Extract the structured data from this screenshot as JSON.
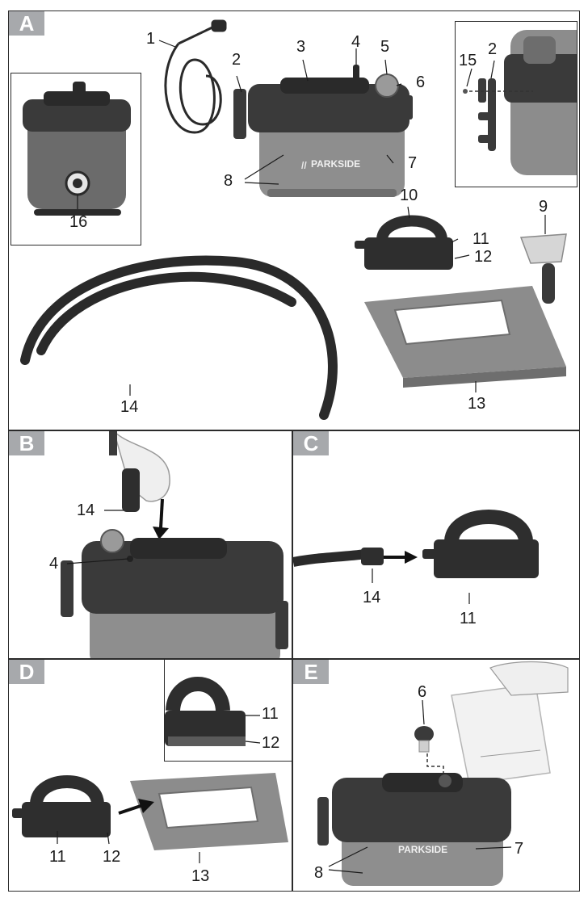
{
  "panels": {
    "A": {
      "letter": "A"
    },
    "B": {
      "letter": "B"
    },
    "C": {
      "letter": "C"
    },
    "D": {
      "letter": "D"
    },
    "E": {
      "letter": "E"
    }
  },
  "brand": {
    "name": "PARKSIDE"
  },
  "labels": {
    "A": {
      "n1": "1",
      "n2": "2",
      "n3": "3",
      "n4": "4",
      "n5": "5",
      "n6": "6",
      "n7": "7",
      "n8": "8",
      "n9": "9",
      "n10": "10",
      "n11": "11",
      "n12": "12",
      "n13": "13",
      "n14": "14",
      "n15": "15",
      "n16": "16",
      "n2b": "2"
    },
    "B": {
      "n14": "14",
      "n4": "4"
    },
    "C": {
      "n14": "14",
      "n11": "11"
    },
    "D": {
      "n11a": "11",
      "n12a": "12",
      "n11b": "11",
      "n12b": "12",
      "n13": "13"
    },
    "E": {
      "n6": "6",
      "n7": "7",
      "n8": "8"
    }
  },
  "colors": {
    "dark": "#2e2e2e",
    "mid": "#5a5a5a",
    "light": "#9a9a9a",
    "pale": "#c9c9c9",
    "tag": "#a7a9ac"
  }
}
